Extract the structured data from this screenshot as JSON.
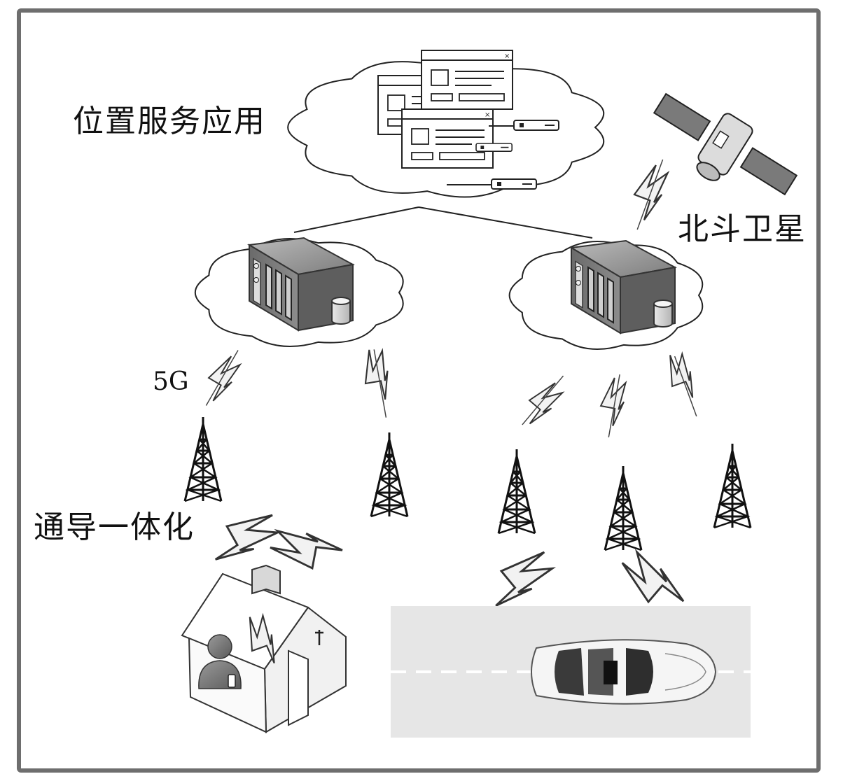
{
  "labels": {
    "location_service_app": "位置服务应用",
    "beidou_satellite": "北斗卫星",
    "network_5g": "5G",
    "comm_nav_integration": "通导一体化"
  },
  "colors": {
    "frame": "#6e6e6e",
    "cloud_stroke": "#222222",
    "server_body": "#8a8a8a",
    "road": "#e6e6e6",
    "signal_fill": "#f2f2f2"
  },
  "icons": [
    "window-icon",
    "plug-icon",
    "satellite-icon",
    "server-icon",
    "database-icon",
    "tower-icon",
    "lightning-signal-icon",
    "house-icon",
    "person-icon",
    "car-icon"
  ]
}
